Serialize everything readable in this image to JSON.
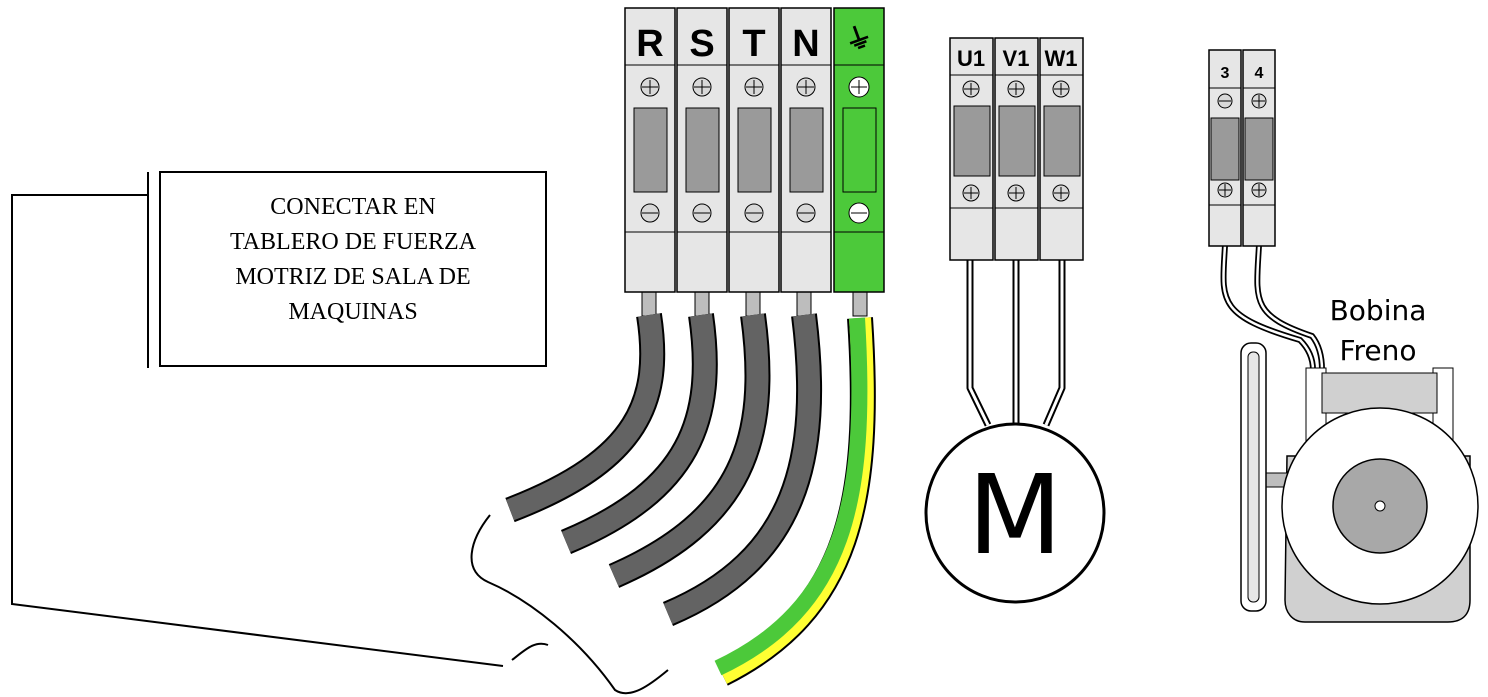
{
  "note_box": {
    "lines": [
      "CONECTAR EN",
      "TABLERO DE FUERZA",
      "MOTRIZ DE SALA DE",
      "MAQUINAS"
    ]
  },
  "power_terminals": {
    "labels": [
      "R",
      "S",
      "T",
      "N"
    ],
    "earth_label": "⏚"
  },
  "motor_terminals": {
    "labels": [
      "U1",
      "V1",
      "W1"
    ]
  },
  "motor": {
    "label": "M"
  },
  "brake_terminals": {
    "labels": [
      "3",
      "4"
    ]
  },
  "brake_coil": {
    "line1": "Bobina",
    "line2": "Freno"
  },
  "colors": {
    "terminal_body": "#e6e6e6",
    "terminal_window": "#9a9a9a",
    "earth_terminal": "#4cc93a",
    "cable_gray": "#636363",
    "earth_stripe": "#ffff33",
    "motor_body": "#d0d0d0"
  }
}
